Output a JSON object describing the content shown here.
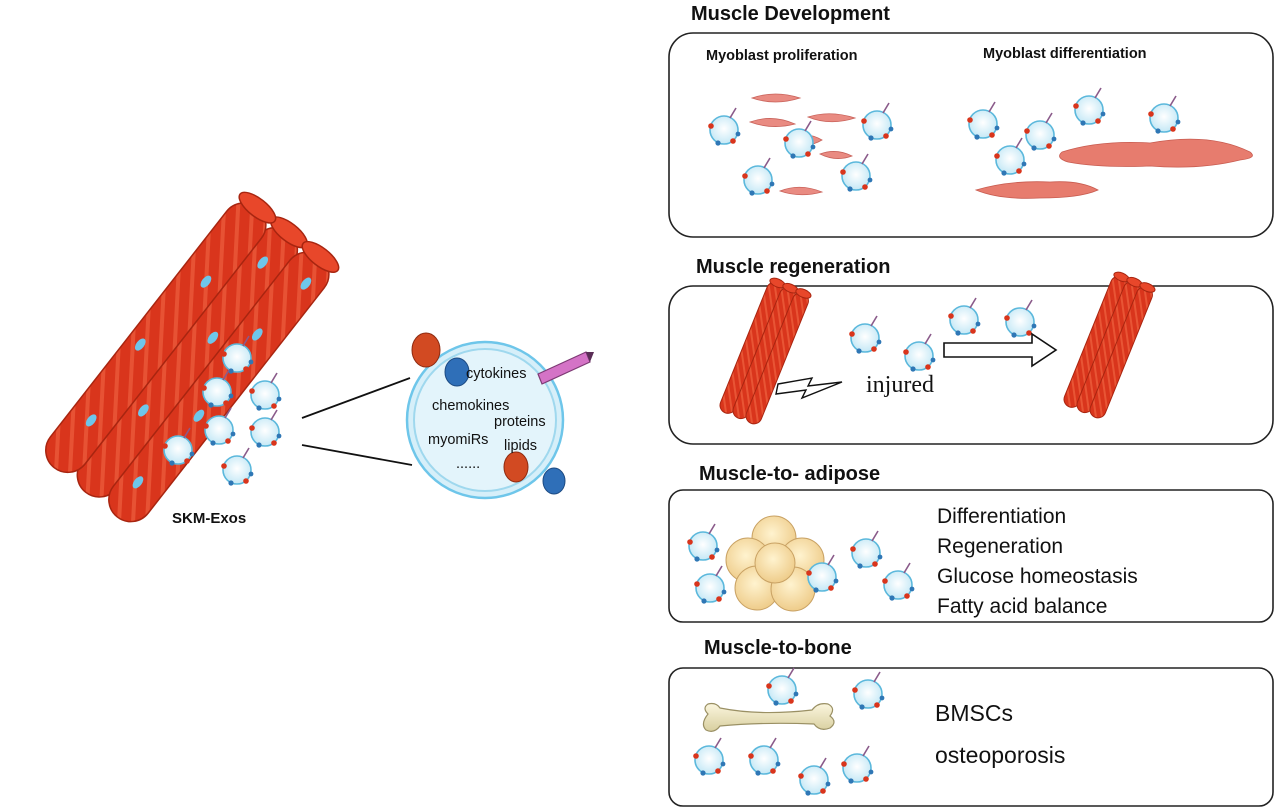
{
  "colors": {
    "fiber": "#d9351c",
    "fiber_dark": "#a82510",
    "fiber_stripe": "#f06a45",
    "nucleus": "#6ec6ea",
    "exosome_fill": "#e3f4fb",
    "exosome_edge": "#5bb8dc",
    "panel_border": "#222222",
    "myoblast": "#e98b82",
    "myotube": "#e77c6e",
    "adipocyte": "#f5d9a0",
    "bone": "#efe8c4"
  },
  "icons": {
    "muscle": "muscle-fiber-bundle-icon",
    "exosome": "exosome-icon",
    "vesicle": "vesicle-icon",
    "pencil": "pencil-icon",
    "arrow": "right-arrow-icon",
    "lightning": "lightning-bolt-icon",
    "myoblast": "myoblast-cell-icon",
    "myotube": "myotube-icon",
    "adipocyte": "adipocyte-cluster-icon",
    "bone": "bone-icon"
  },
  "left": {
    "label": "SKM-Exos"
  },
  "vesicle": {
    "items": [
      "cytokines",
      "chemokines",
      "proteins",
      "myomiRs",
      "lipids",
      "......"
    ]
  },
  "panels": {
    "development": {
      "title": "Muscle Development",
      "proliferation": "Myoblast proliferation",
      "differentiation": "Myoblast  differentiation"
    },
    "regeneration": {
      "title": "Muscle regeneration",
      "injured": "injured"
    },
    "adipose": {
      "title": "Muscle-to- adipose",
      "items": [
        "Differentiation",
        "Regeneration",
        "Glucose homeostasis",
        "Fatty acid balance"
      ]
    },
    "bone": {
      "title": "Muscle-to-bone",
      "items": [
        "BMSCs",
        "osteoporosis"
      ]
    }
  }
}
